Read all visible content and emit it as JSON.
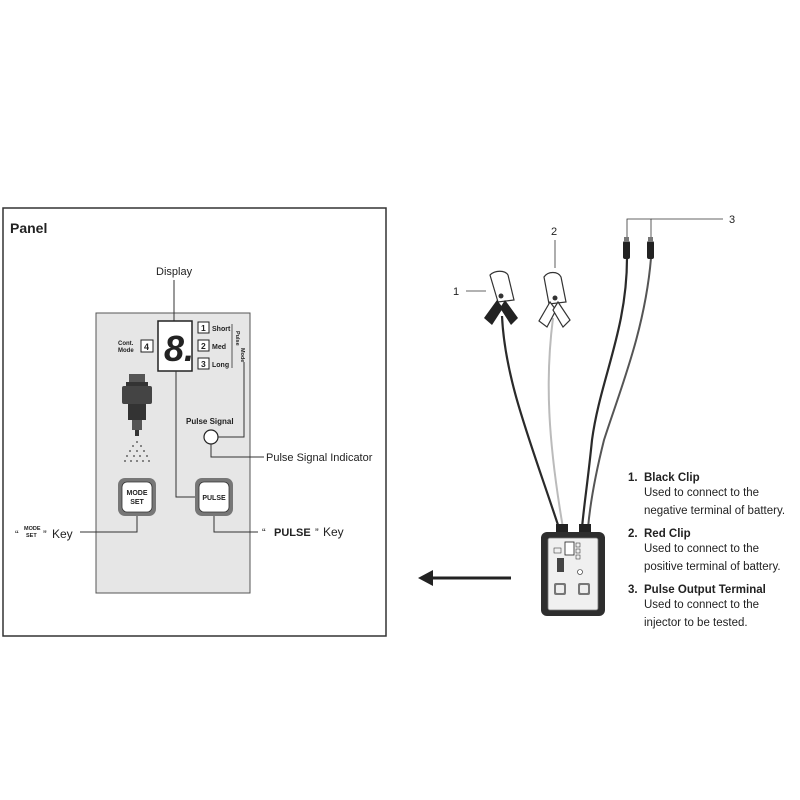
{
  "panel": {
    "title": "Panel",
    "display_label": "Display",
    "display_digit": "8.",
    "cont_mode_label_1": "Cont.",
    "cont_mode_label_2": "Mode",
    "cont_mode_num": "4",
    "modes": [
      {
        "num": "1",
        "label": "Short"
      },
      {
        "num": "2",
        "label": "Med"
      },
      {
        "num": "3",
        "label": "Long"
      }
    ],
    "pulse_mode_vertical_1": "Pulse",
    "pulse_mode_vertical_2": "Mode",
    "pulse_signal_label": "Pulse Signal",
    "pulse_signal_indicator_label": "Pulse Signal Indicator",
    "mode_set_button_1": "MODE",
    "mode_set_button_2": "SET",
    "pulse_button": "PULSE",
    "mode_set_key_quote_open": "“",
    "mode_set_key_small_1": "MODE",
    "mode_set_key_small_2": "SET",
    "mode_set_key_quote_close": "”",
    "mode_set_key_word": "Key",
    "pulse_key_quote_open": "“",
    "pulse_key_bold": "PULSE",
    "pulse_key_quote_close": "”",
    "pulse_key_word": "Key"
  },
  "device": {
    "callout_1": "1",
    "callout_2": "2",
    "callout_3": "3"
  },
  "legend": [
    {
      "num": "1.",
      "title": "Black Clip",
      "desc_1": "Used to connect to the",
      "desc_2": "negative terminal of battery."
    },
    {
      "num": "2.",
      "title": "Red Clip",
      "desc_1": "Used to connect to the",
      "desc_2": "positive terminal of battery."
    },
    {
      "num": "3.",
      "title": "Pulse Output Terminal",
      "desc_1": "Used to connect to the",
      "desc_2": "injector to be tested."
    }
  ]
}
